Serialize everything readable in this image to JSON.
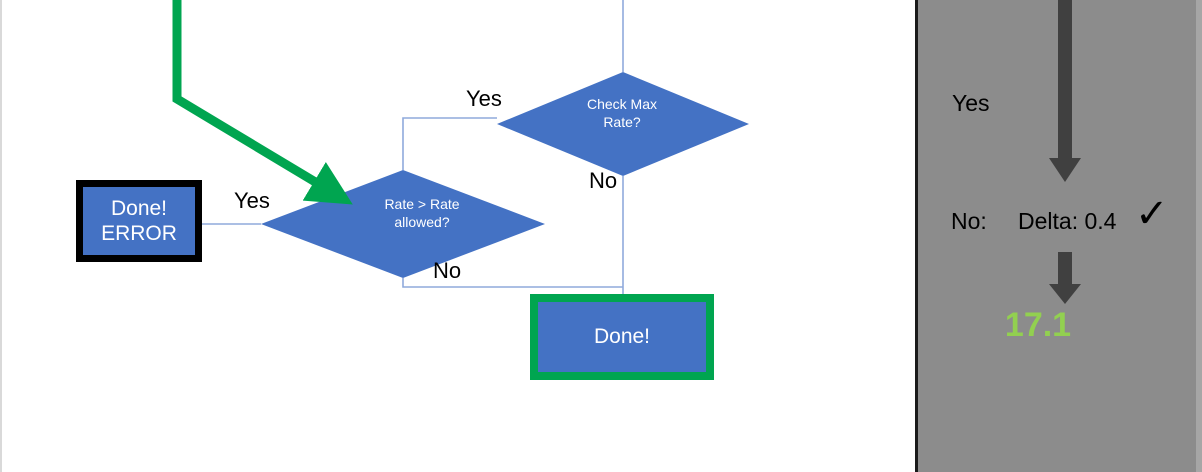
{
  "flowchart": {
    "nodes": [
      {
        "id": "error-box",
        "type": "process",
        "label": "Done!\nERROR",
        "fill": "#4472C4",
        "border": "#000000"
      },
      {
        "id": "rate-check",
        "type": "decision",
        "label": "Rate > Rate\nallowed?",
        "fill": "#4472C4"
      },
      {
        "id": "max-rate-check",
        "type": "decision",
        "label": "Check Max\nRate?",
        "fill": "#4472C4"
      },
      {
        "id": "done-box",
        "type": "process",
        "label": "Done!",
        "fill": "#4472C4",
        "border": "#00A550"
      }
    ],
    "edge_labels": {
      "yes_to_error": "Yes",
      "yes_to_rate_check": "Yes",
      "no_from_max_rate": "No",
      "no_from_rate_check": "No"
    },
    "colors": {
      "connector": "#8FAADC",
      "highlight_arrow": "#00A550",
      "node_fill": "#4472C4",
      "canvas": "#ffffff"
    }
  },
  "side_panel": {
    "background": "#8c8c8c",
    "yes_label": "Yes",
    "no_label": "No:",
    "delta_label": "Delta: 0.4",
    "check_mark": "✓",
    "result_value": "17.1",
    "result_color": "#92D050",
    "arrow_color": "#404040"
  }
}
